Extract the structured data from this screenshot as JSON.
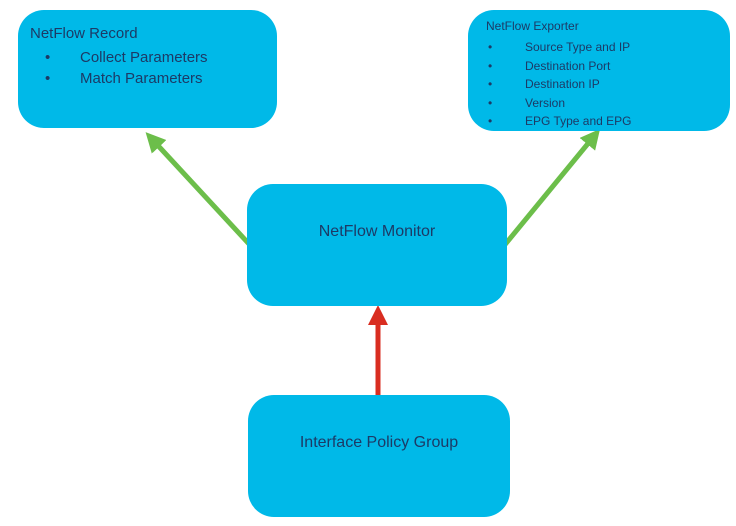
{
  "colors": {
    "background": "#FFFFFF",
    "box_fill": "#00B9E8",
    "text": "#1C3A66",
    "arrow_green": "#6CBE4A",
    "arrow_red": "#D92D20"
  },
  "bullet": "•",
  "boxes": {
    "record": {
      "title": "NetFlow Record",
      "items": [
        "Collect Parameters",
        "Match Parameters"
      ]
    },
    "exporter": {
      "title": "NetFlow Exporter",
      "items": [
        "Source Type and IP",
        "Destination Port",
        "Destination IP",
        "Version",
        "EPG Type and EPG"
      ]
    },
    "monitor": {
      "label": "NetFlow Monitor"
    },
    "interface_policy_group": {
      "label": "Interface Policy Group"
    }
  },
  "arrows": [
    {
      "name": "monitor-to-record",
      "color": "#6CBE4A"
    },
    {
      "name": "monitor-to-exporter",
      "color": "#6CBE4A"
    },
    {
      "name": "interface-policy-group-to-monitor",
      "color": "#D92D20"
    }
  ]
}
